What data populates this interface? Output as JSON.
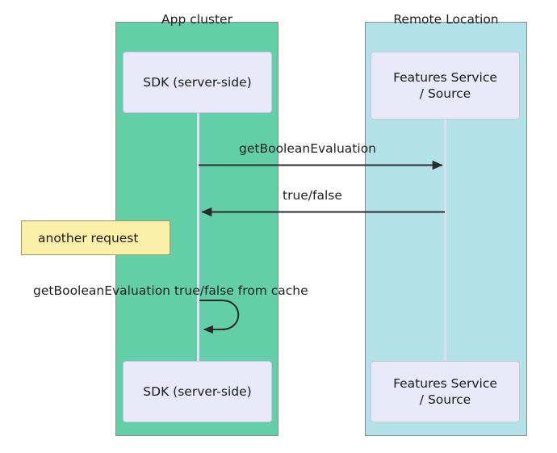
{
  "diagram": {
    "type": "sequence-diagram",
    "background_color": "#ffffff",
    "groups": [
      {
        "id": "app",
        "title": "App cluster",
        "color": "#63cfa8"
      },
      {
        "id": "remote",
        "title": "Remote Location",
        "color": "#b2e2e8"
      }
    ],
    "participants": [
      {
        "id": "sdk",
        "label": "SDK (server-side)",
        "group": "app",
        "color": "#e8e8f8"
      },
      {
        "id": "features",
        "label": "Features Service\n/ Source",
        "group": "remote",
        "color": "#e8e8f8"
      }
    ],
    "messages": [
      {
        "id": "request",
        "label": "getBooleanEvaluation",
        "from": "sdk",
        "to": "features",
        "direction": "right",
        "style": "solid",
        "color": "#2b2b2b"
      },
      {
        "id": "response",
        "label": "true/false",
        "from": "features",
        "to": "sdk",
        "direction": "left",
        "style": "solid",
        "color": "#2b2b2b"
      },
      {
        "id": "cache",
        "label": "getBooleanEvaluation true/false from cache",
        "from": "sdk",
        "to": "sdk",
        "direction": "self-loop",
        "style": "solid",
        "color": "#2b2b2b"
      }
    ],
    "notes": [
      {
        "id": "another-request",
        "label": "another request",
        "color": "#faf0a8",
        "border_color": "#9a9a5a"
      }
    ],
    "lifeline_color": "#e0dcf2"
  }
}
